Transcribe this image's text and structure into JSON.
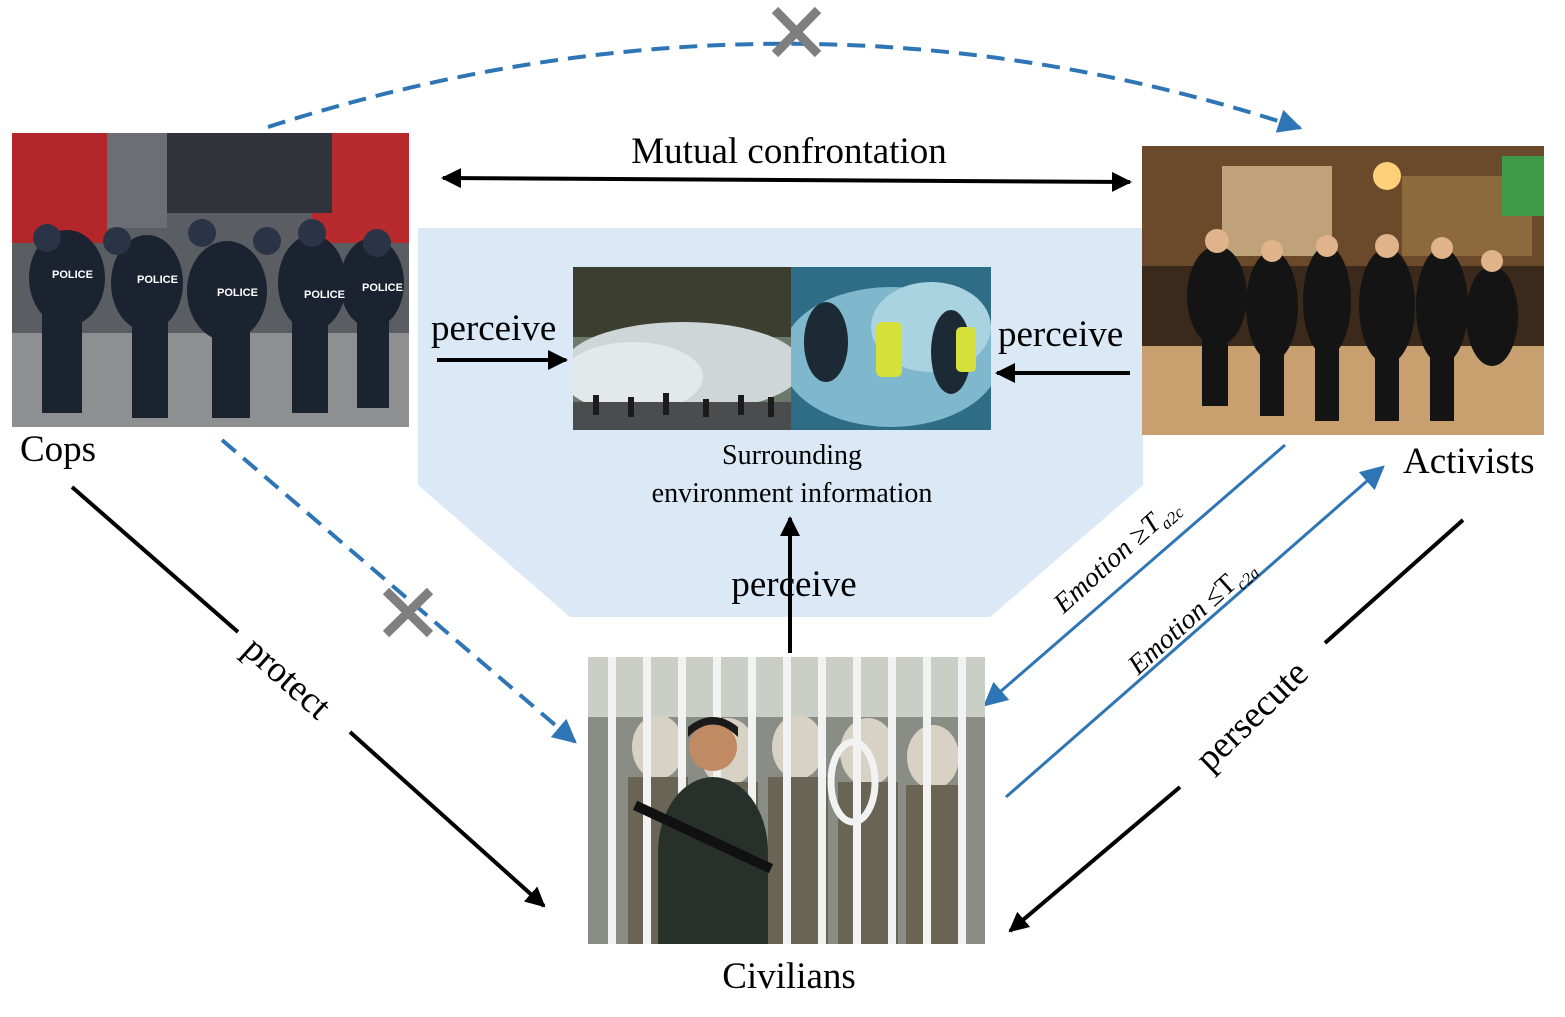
{
  "nodes": {
    "cops": "Cops",
    "activists": "Activists",
    "civilians": "Civilians",
    "environment_line1": "Surrounding",
    "environment_line2": "environment information"
  },
  "edges": {
    "mutual": "Mutual confrontation",
    "perceive_left": "perceive",
    "perceive_right": "perceive",
    "perceive_up": "perceive",
    "protect": "protect",
    "persecute": "persecute",
    "emotion_a2c": {
      "word": "Emotion",
      "op": "≥",
      "symbol": "T",
      "sub": "a2c"
    },
    "emotion_c2a": {
      "word": "Emotion",
      "op": "≤",
      "symbol": "T",
      "sub": "c2a"
    }
  },
  "colors": {
    "black_arrow": "#000000",
    "blue_arrow": "#2e75b6",
    "cross": "#7f7f7f",
    "panel": "#dbe8f5"
  },
  "photos": {
    "cops": "riot-police-photo",
    "activists": "night-street-protest-photo",
    "environment_a": "tear-gas-crowd-photo",
    "environment_b": "yellow-vest-tear-gas-photo",
    "civilians": "soldier-at-fence-photo"
  }
}
